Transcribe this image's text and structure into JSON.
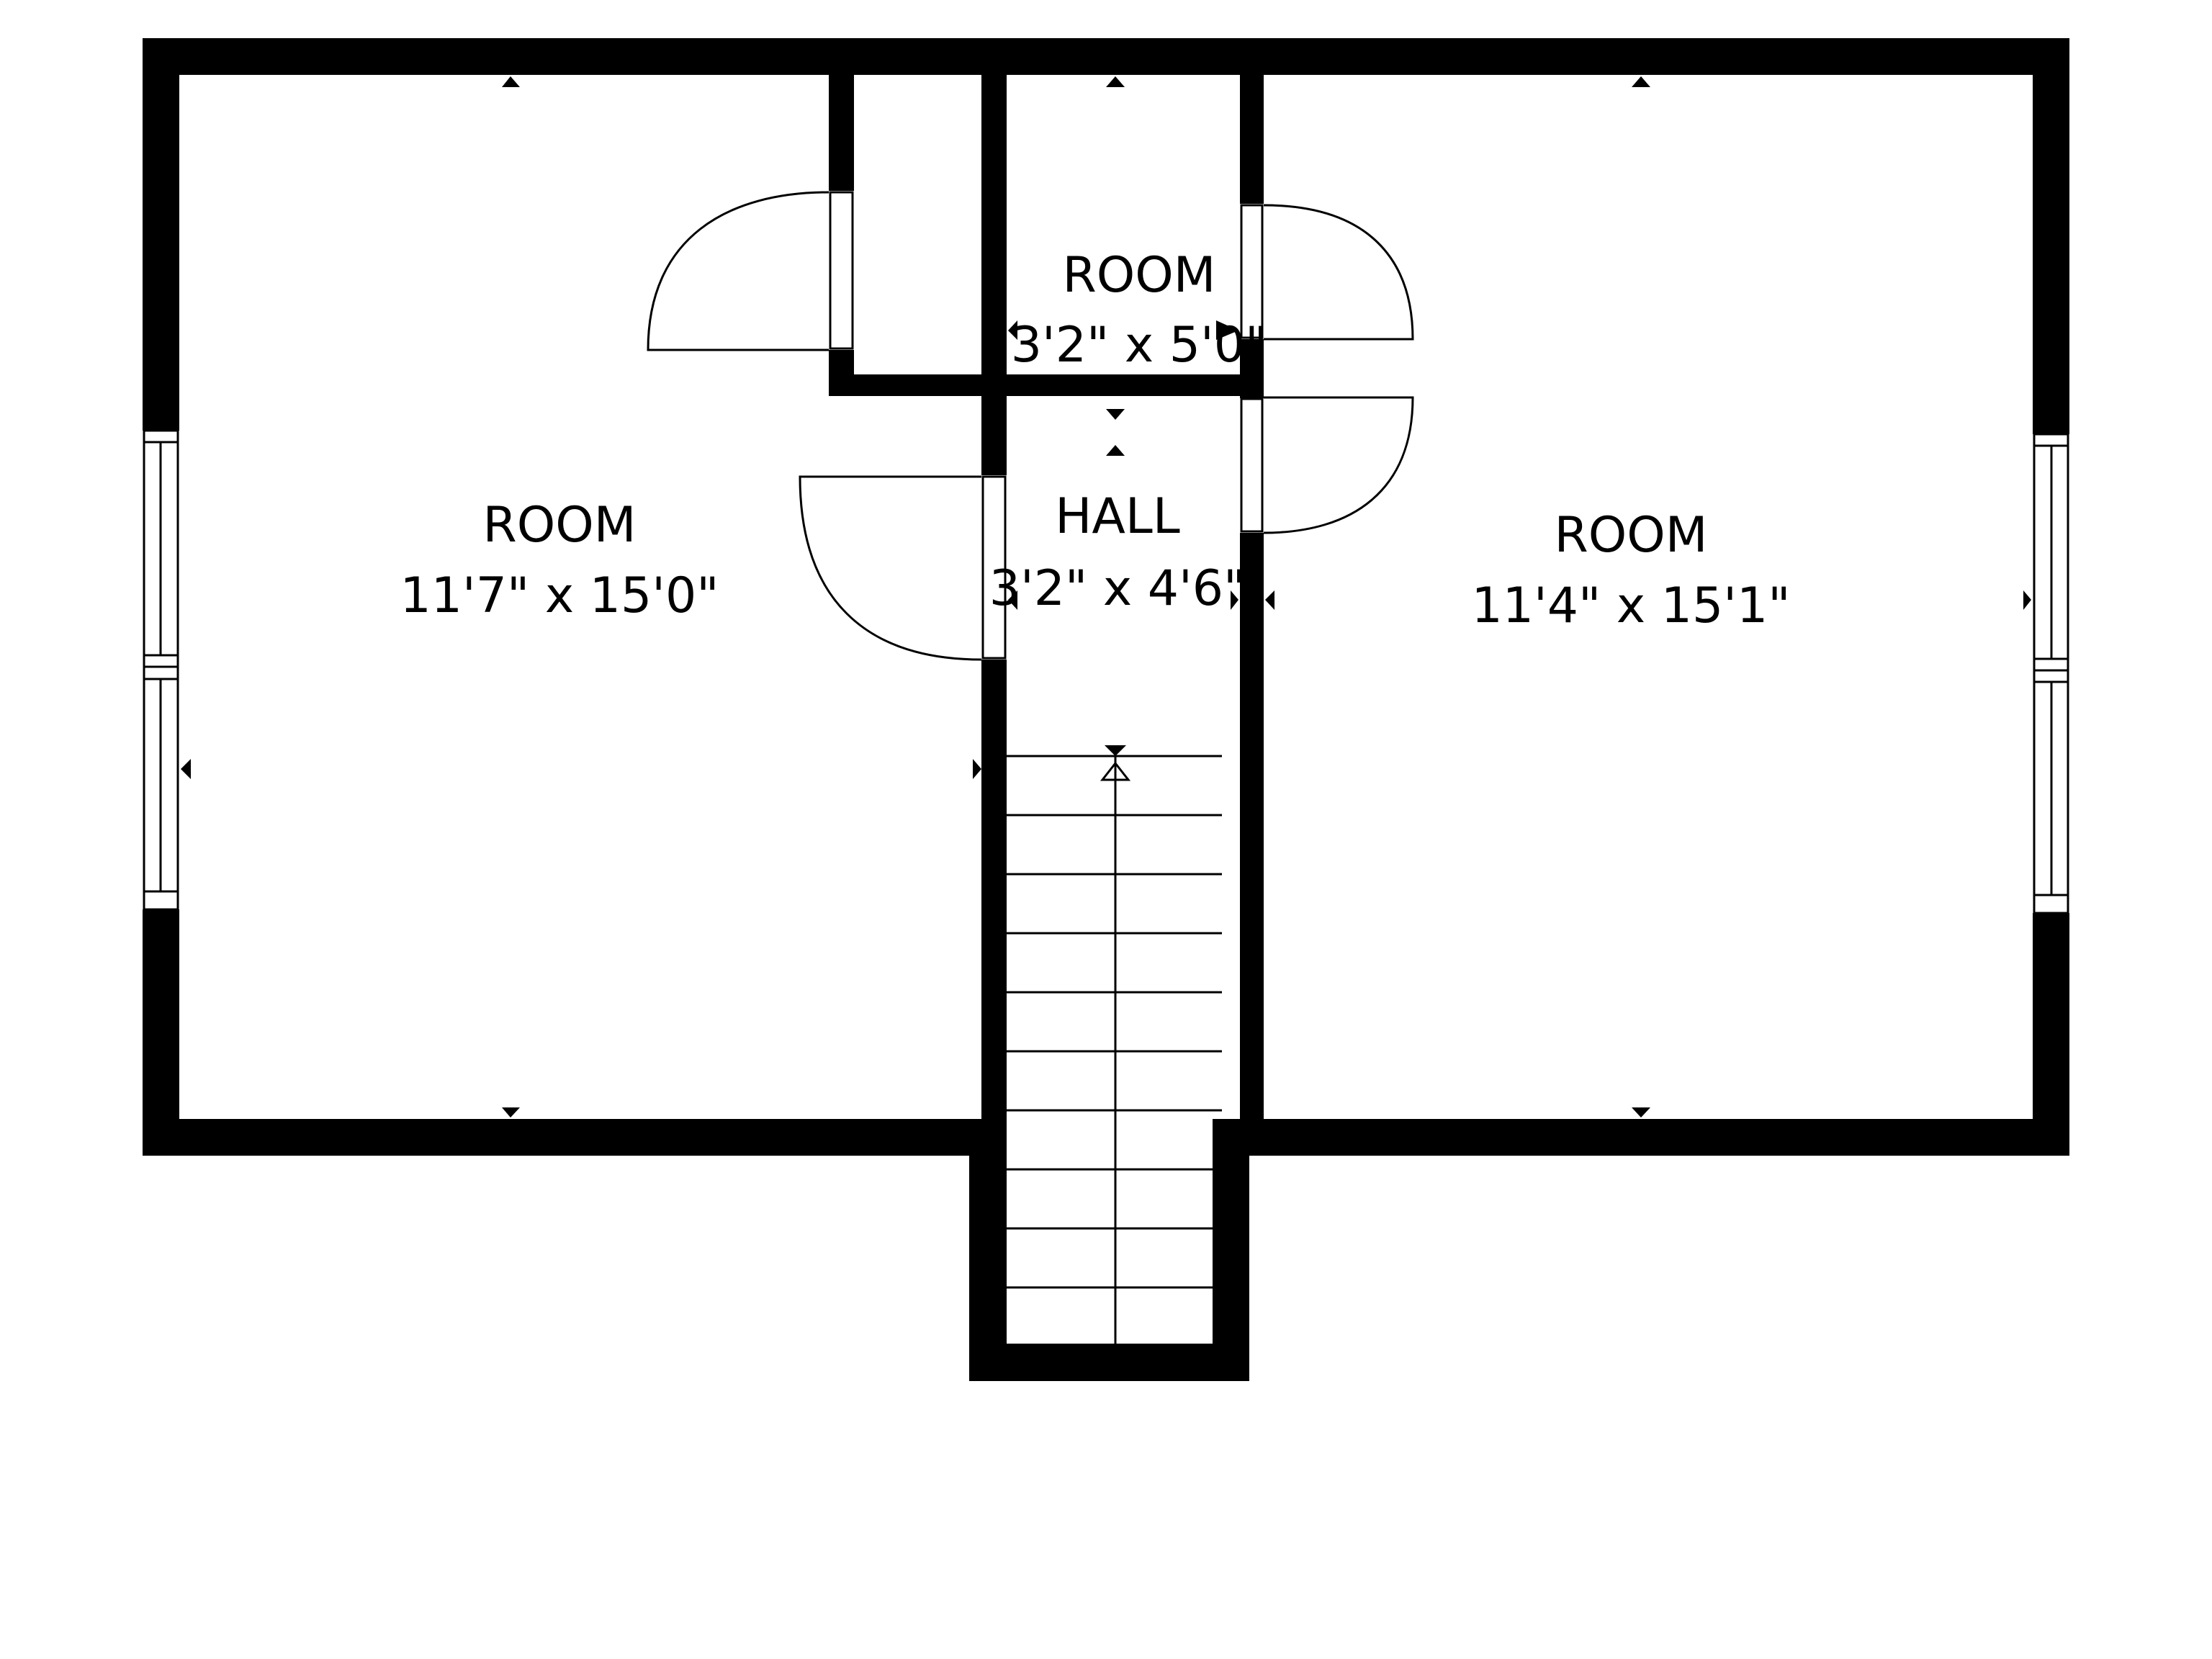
{
  "floorplan": {
    "background": "#ffffff",
    "wall_color": "#000000",
    "rooms": [
      {
        "id": "room-left",
        "name": "ROOM",
        "dimensions": "11'7\" x 15'0\""
      },
      {
        "id": "room-small",
        "name": "ROOM",
        "dimensions": "3'2\" x 5'0\""
      },
      {
        "id": "hall",
        "name": "HALL",
        "dimensions": "3'2\" x 4'6\""
      },
      {
        "id": "room-right",
        "name": "ROOM",
        "dimensions": "11'4\" x 15'1\""
      }
    ],
    "stairs": {
      "tread_count": 10,
      "direction": "up"
    },
    "windows": [
      {
        "wall": "left",
        "panels": 2
      },
      {
        "wall": "right",
        "panels": 2
      }
    ],
    "doors": [
      {
        "between": "room-left / closet"
      },
      {
        "between": "room-left / hall"
      },
      {
        "between": "room-small / room-right"
      },
      {
        "between": "hall / room-right"
      }
    ]
  }
}
